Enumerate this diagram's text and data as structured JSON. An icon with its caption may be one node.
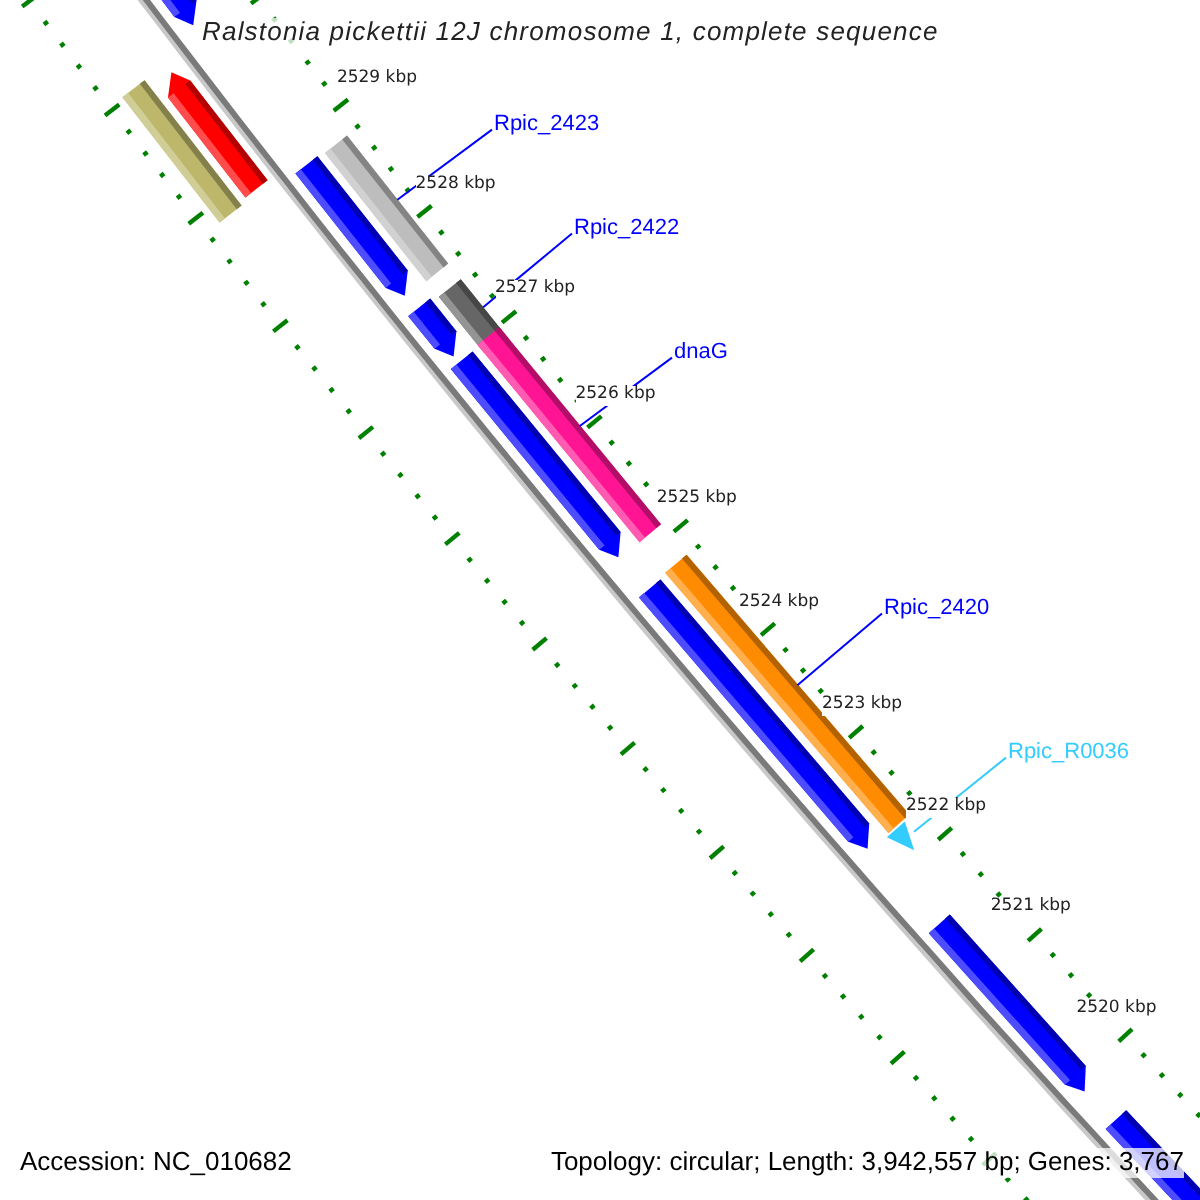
{
  "diagram": {
    "title": "Ralstonia pickettii 12J chromosome 1, complete sequence",
    "nodes": [
      {
        "text": [
          "Rpic_2423"
        ]
      },
      {
        "text": [
          "Rpic_2422"
        ]
      },
      {
        "text": [
          "dnaG"
        ]
      },
      {
        "text": [
          "Rpic_2420"
        ]
      },
      {
        "text": [
          "Rpic_R0036"
        ]
      },
      {
        "text": [],
        "shape": "bar"
      },
      {
        "text": [],
        "shape": "bar"
      },
      {
        "text": [],
        "shape": "bar"
      },
      {
        "text": [],
        "shape": "bar"
      },
      {
        "text": [],
        "shape": "triangle"
      }
    ],
    "edges": [
      {
        "from": 0,
        "to": 5,
        "arrow": "none"
      },
      {
        "from": 1,
        "to": 6,
        "arrow": "none"
      },
      {
        "from": 2,
        "to": 7,
        "arrow": "none"
      },
      {
        "from": 3,
        "to": 8,
        "arrow": "none"
      },
      {
        "from": 4,
        "to": 9,
        "arrow": "none",
        "color": "#33ccff"
      }
    ],
    "labels": [
      "2529 kbp",
      "2528 kbp",
      "2527 kbp",
      "2526 kbp",
      "2525 kbp",
      "2524 kbp",
      "2523 kbp",
      "2522 kbp",
      "2521 kbp",
      "2520 kbp",
      "Accession: NC_010682",
      "Topology: circular; Length: 3,942,557 bp; Genes: 3,767"
    ]
  }
}
